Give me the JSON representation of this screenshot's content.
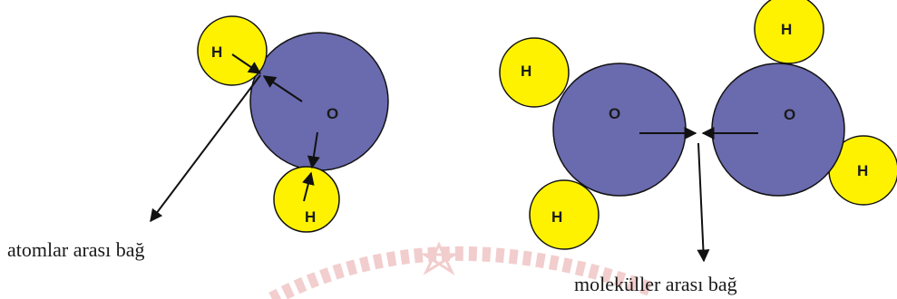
{
  "colors": {
    "oxygen_fill": "#6a6aae",
    "hydrogen_fill": "#fff200",
    "outline": "#111111",
    "watermark": "#e8a6a6"
  },
  "molecule_single": {
    "oxygen": "O",
    "hydrogen_top": "H",
    "hydrogen_bottom": "H",
    "caption": "atomlar arası bağ"
  },
  "molecule_pair": {
    "oxygen_left": "O",
    "oxygen_right": "O",
    "hydrogen_left_top": "H",
    "hydrogen_left_bottom": "H",
    "hydrogen_right_top": "H",
    "hydrogen_right_bottom": "H",
    "caption": "moleküller arası bağ"
  }
}
